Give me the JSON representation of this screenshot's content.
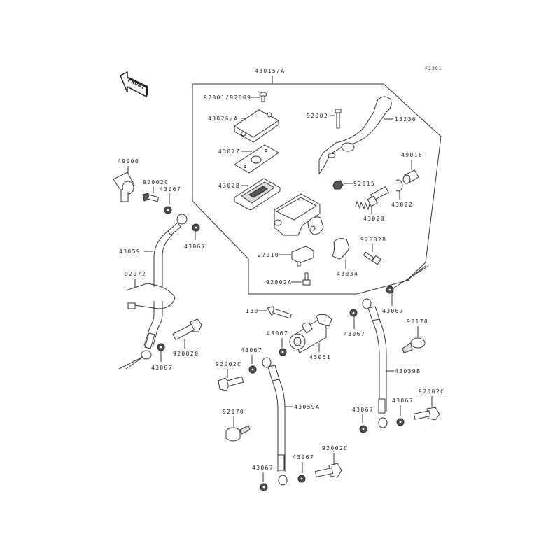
{
  "diagram": {
    "title": "Front Master Cylinder",
    "figure_code": "F2291",
    "front_indicator": "FRONT",
    "assembly_label": "43015/A"
  },
  "labels": {
    "screw_cap": "92001/92009",
    "reservoir_cap": "43026/A",
    "diaphragm_plate": "43027",
    "diaphragm": "43028",
    "pivot_bolt": "92002",
    "lever": "13236",
    "boot": "49016",
    "nut": "92015",
    "circlip": "43022",
    "piston_kit": "43020",
    "bolt_b": "92002B",
    "switch": "27010",
    "holder": "43034",
    "screw_a": "92002A",
    "cap_49006": "49006",
    "bolt_c_top": "92002C",
    "washer_top1": "43067",
    "washer_top2": "43067",
    "hose_main": "43059",
    "clamp": "92072",
    "bolt_020": "920020",
    "washer_left": "43067",
    "bolt_130": "130",
    "washer_mid1": "43067",
    "joint": "43061",
    "washer_mid2": "43067",
    "washer_right_top": "43067",
    "clamp_right": "92170",
    "hose_b": "43059B",
    "washer_mid3": "43067",
    "bolt_c_mid": "92002C",
    "hose_a": "43059A",
    "clamp_left": "92170",
    "bolt_c_right": "92002C",
    "washer_r1": "43067",
    "washer_r2": "43067",
    "bolt_c_bottom": "92002C",
    "washer_b1": "43067",
    "washer_b2": "43067"
  }
}
